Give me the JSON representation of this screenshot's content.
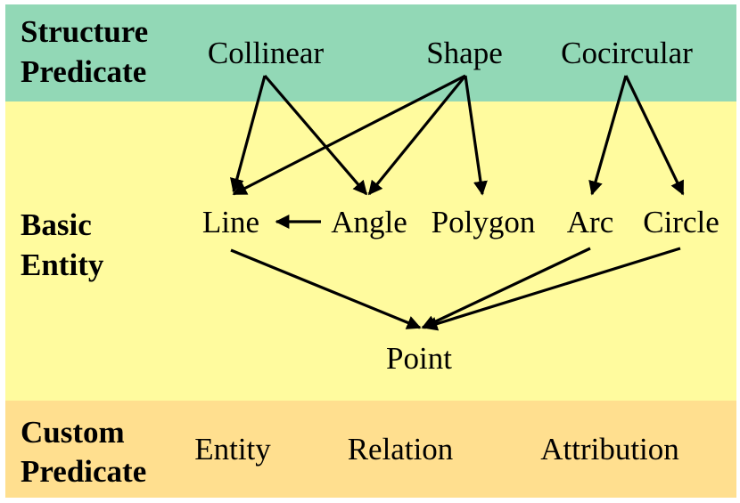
{
  "colors": {
    "structure_band": "#92D8B6",
    "entity_band": "#FFFB9E",
    "custom_band": "#FFDF8F",
    "line_color": "#000000"
  },
  "bands": {
    "structure": {
      "line1": "Structure",
      "line2": "Predicate"
    },
    "entity": {
      "line1": "Basic",
      "line2": "Entity"
    },
    "custom": {
      "line1": "Custom",
      "line2": "Predicate"
    }
  },
  "structure_nodes": {
    "collinear": "Collinear",
    "shape": "Shape",
    "cocircular": "Cocircular"
  },
  "entity_nodes": {
    "line": "Line",
    "angle": "Angle",
    "polygon": "Polygon",
    "arc": "Arc",
    "circle": "Circle",
    "point": "Point"
  },
  "custom_nodes": {
    "entity": "Entity",
    "relation": "Relation",
    "attribution": "Attribution"
  },
  "edges": [
    {
      "from": "Collinear",
      "to": "Line"
    },
    {
      "from": "Collinear",
      "to": "Angle"
    },
    {
      "from": "Shape",
      "to": "Line"
    },
    {
      "from": "Shape",
      "to": "Angle"
    },
    {
      "from": "Shape",
      "to": "Polygon"
    },
    {
      "from": "Cocircular",
      "to": "Arc"
    },
    {
      "from": "Cocircular",
      "to": "Circle"
    },
    {
      "from": "Angle",
      "to": "Line"
    },
    {
      "from": "Line",
      "to": "Point"
    },
    {
      "from": "Arc",
      "to": "Point"
    },
    {
      "from": "Circle",
      "to": "Point"
    }
  ]
}
